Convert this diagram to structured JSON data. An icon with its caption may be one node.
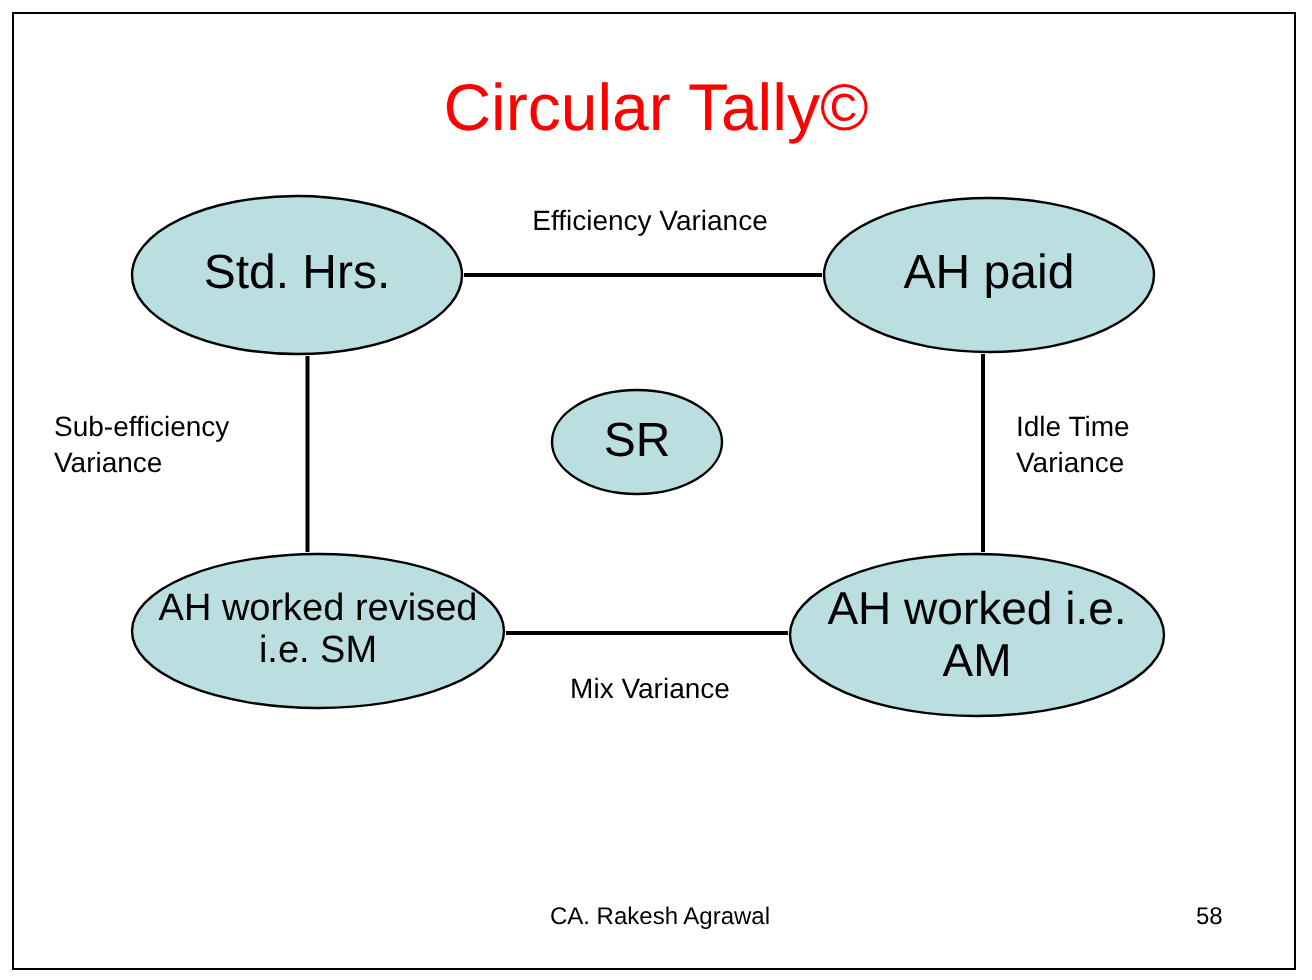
{
  "diagram": {
    "title": "Circular Tally©",
    "nodes": [
      {
        "text": [
          "Std. Hrs."
        ]
      },
      {
        "text": [
          "AH paid"
        ]
      },
      {
        "text": [
          "SR"
        ]
      },
      {
        "text": [
          "AH worked revised i.e. SM"
        ]
      },
      {
        "text": [
          "AH worked i.e. AM"
        ]
      }
    ],
    "edges": [
      {
        "from": 0,
        "to": 1,
        "arrow": "none",
        "label": "Efficiency Variance"
      },
      {
        "from": 1,
        "to": 4,
        "arrow": "none",
        "label": "Idle Time Variance"
      },
      {
        "from": 4,
        "to": 3,
        "arrow": "none",
        "label": "Mix Variance"
      },
      {
        "from": 0,
        "to": 3,
        "arrow": "none",
        "label": "Sub-efficiency Variance"
      }
    ],
    "labels": [
      "CA. Rakesh Agrawal",
      "58"
    ]
  }
}
